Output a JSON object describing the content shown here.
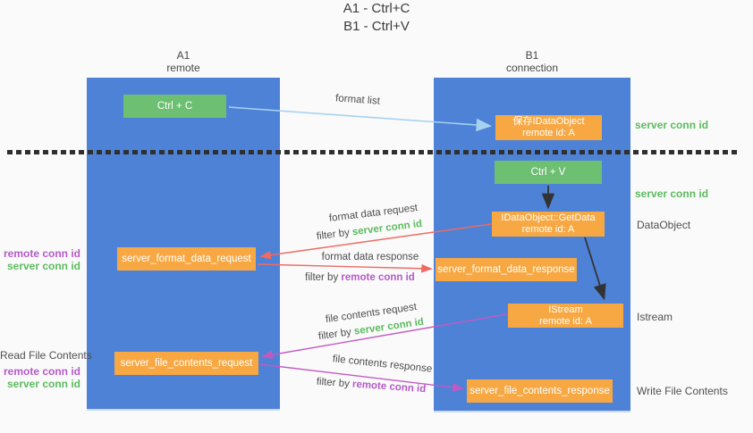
{
  "title": {
    "line1": "A1 - Ctrl+C",
    "line2": "B1 - Ctrl+V"
  },
  "lanes": {
    "left": {
      "title": "A1",
      "subtitle": "remote"
    },
    "right": {
      "title": "B1",
      "subtitle": "connection"
    }
  },
  "nodes": {
    "ctrl_c": {
      "label": "Ctrl + C"
    },
    "ctrl_v": {
      "label": "Ctrl + V"
    },
    "save_dataobject": {
      "line1": "保存IDataObject",
      "line2": "remote id: A"
    },
    "getdata": {
      "line1": "IDataObject::GetData",
      "line2": "remote id: A"
    },
    "istream": {
      "line1": "IStream",
      "line2": "remote id: A"
    },
    "format_request": {
      "label": "server_format_data_request"
    },
    "format_response": {
      "label": "server_format_data_response"
    },
    "file_request": {
      "label": "server_file_contents_request"
    },
    "file_response": {
      "label": "server_file_contents_response"
    }
  },
  "arrow_labels": {
    "format_list": "format list",
    "format_data_request": "format data request",
    "filter_server_1": {
      "prefix": "filter by ",
      "value": "server conn id"
    },
    "format_data_response": "format data response",
    "filter_remote_1": {
      "prefix": "filter by ",
      "value": "remote conn id"
    },
    "file_contents_request": "file contents request",
    "filter_server_2": {
      "prefix": "filter by ",
      "value": "server conn id"
    },
    "file_contents_response": "file contents response",
    "filter_remote_2": {
      "prefix": "filter by ",
      "value": "remote conn id"
    }
  },
  "side_labels": {
    "server_conn_top": "server conn id",
    "server_conn_mid": "server conn id",
    "dataobject": "DataObject",
    "istream": "Istream",
    "write_file": "Write File Contents",
    "read_file": "Read File Contents",
    "left_pair1": {
      "remote": "remote conn id",
      "server": "server conn id"
    },
    "left_pair2": {
      "remote": "remote conn id",
      "server": "server conn id"
    }
  },
  "colors": {
    "lane_blue": "#4e82d7",
    "node_green": "#6dbf71",
    "node_orange": "#f7a843",
    "text_green": "#5cbb5f",
    "text_purple": "#b45ac8",
    "arrow_red": "#ee6b63",
    "arrow_magenta": "#c25ac2",
    "arrow_lightblue": "#a5d2f0",
    "arrow_black": "#333333"
  }
}
